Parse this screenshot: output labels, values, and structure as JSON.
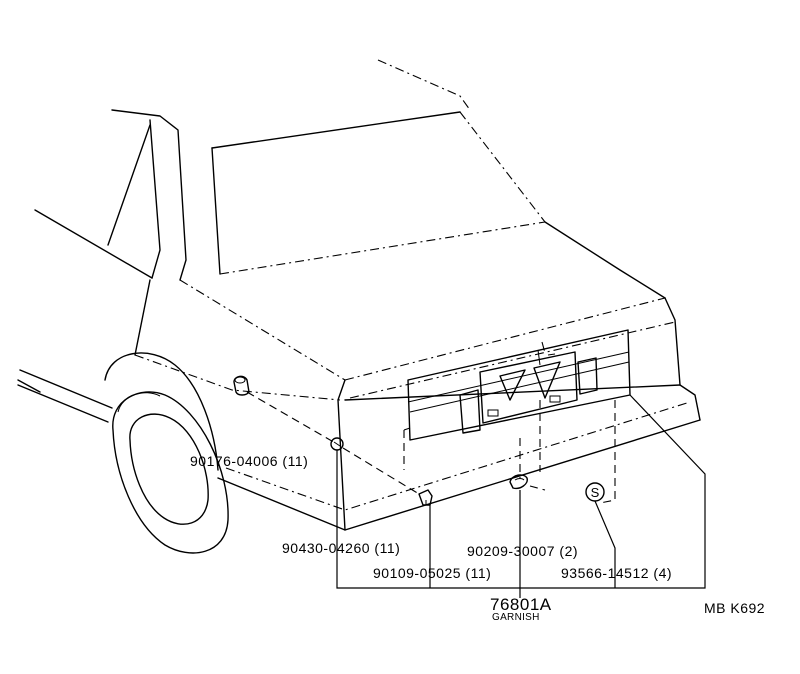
{
  "diagram": {
    "callouts": [
      {
        "id": "clip-90176",
        "text": "90176-04006 (11)"
      },
      {
        "id": "clip-90430",
        "text": "90430-04260 (11)"
      },
      {
        "id": "nut-90109",
        "text": "90109-05025 (11)"
      },
      {
        "id": "grommet-90209",
        "text": "90209-30007 (2)"
      },
      {
        "id": "sealer-93566",
        "text": "93566-14512 (4)"
      }
    ],
    "assembly": {
      "part_number": "76801A",
      "name": "GARNISH"
    },
    "sealer_symbol": "S",
    "drawing_code": "MB K692"
  }
}
